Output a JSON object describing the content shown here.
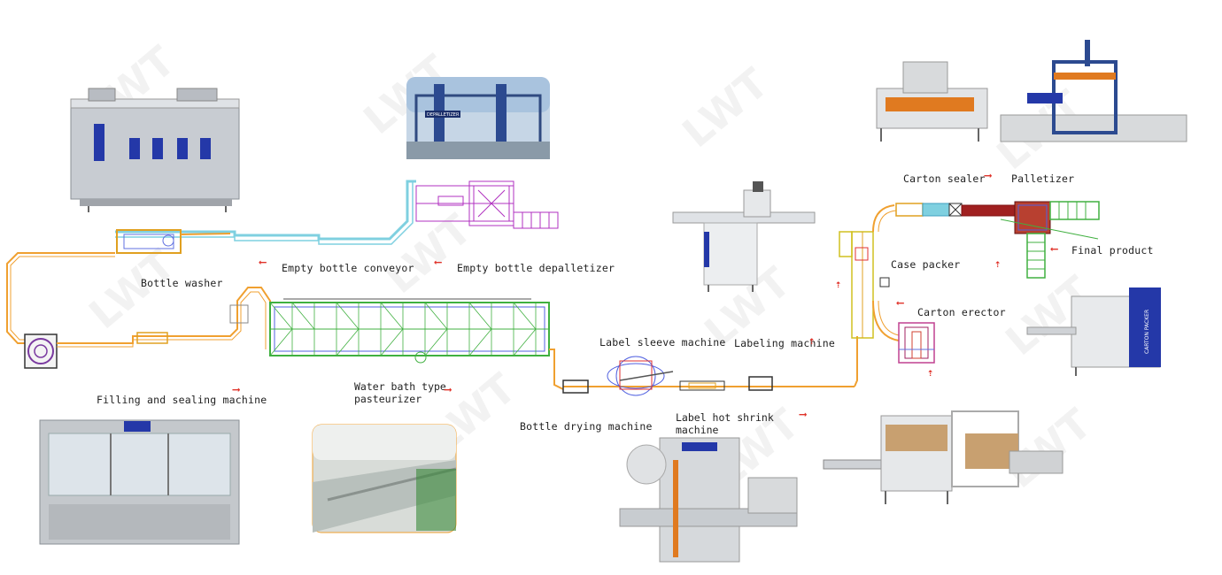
{
  "labels": {
    "bottle_washer": "Bottle washer",
    "empty_bottle_conveyor": "Empty bottle conveyor",
    "empty_bottle_depalletizer": "Empty bottle depalletizer",
    "filling_sealing": "Filling and sealing machine",
    "pasteurizer_line1": "Water bath type",
    "pasteurizer_line2": "pasteurizer",
    "bottle_drying": "Bottle drying machine",
    "label_sleeve": "Label sleeve machine",
    "labeling_machine": "Labeling machine",
    "label_hot_shrink_1": "Label hot shrink",
    "label_hot_shrink_2": "machine",
    "carton_sealer": "Carton sealer",
    "palletizer": "Palletizer",
    "case_packer": "Case packer",
    "final_product": "Final product",
    "carton_erector": "Carton erector"
  },
  "watermark": "LWT",
  "machine_panel_texts": {
    "carton_packer": "CARTON PACKER",
    "depalletizer_sign": "DEPALLETIZER"
  },
  "colors": {
    "conveyor_orange": "#f0a030",
    "conveyor_cyan": "#7fd0e0",
    "depalletizer_magenta": "#b030c0",
    "pasteurizer_green": "#40b040",
    "pasteurizer_blue": "#5060e0",
    "arrow_red": "#e0332a",
    "palletizer_red": "#a02020"
  }
}
